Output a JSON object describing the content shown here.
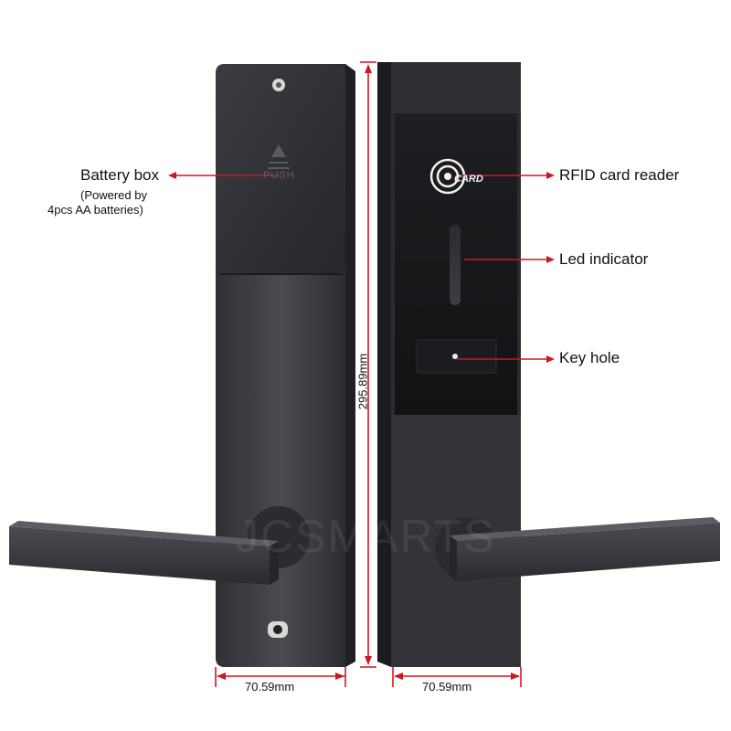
{
  "labels": {
    "battery_box": "Battery box",
    "battery_note_1": "(Powered by",
    "battery_note_2": "4pcs AA batteries)",
    "rfid_reader": "RFID card reader",
    "led_indicator": "Led indicator",
    "key_hole": "Key hole"
  },
  "dimensions": {
    "height": "295.89mm",
    "width_left": "70.59mm",
    "width_right": "70.59mm"
  },
  "device_text": {
    "push": "PUSH",
    "card_logo": "CARD",
    "watermark": "JCSMARTS"
  },
  "colors": {
    "annotation_red": "#d0161f",
    "lock_body": "#3c3d41",
    "lock_dark": "#17181b"
  }
}
